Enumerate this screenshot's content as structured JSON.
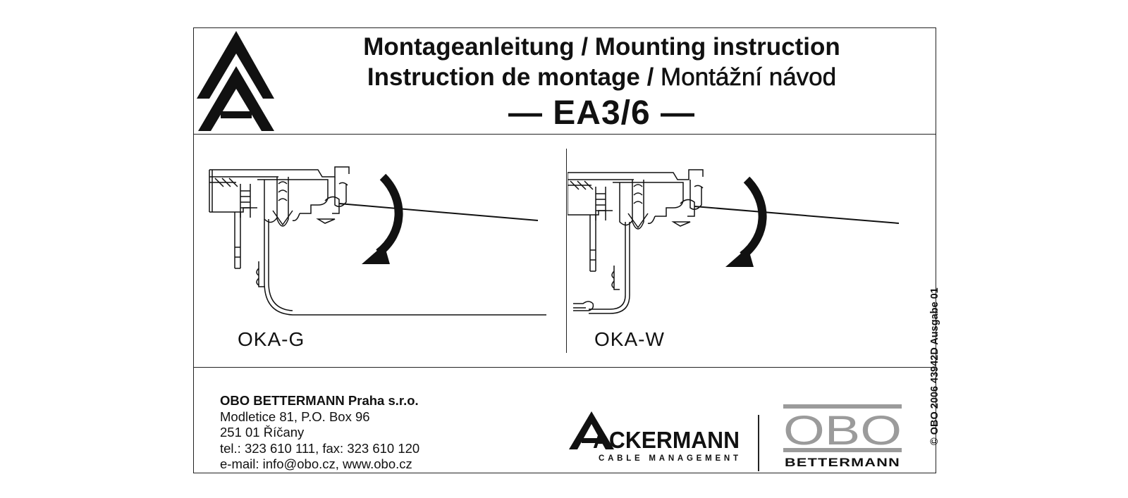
{
  "header": {
    "title_line1": "Montageanleitung / Mounting instruction",
    "title_line2_fr": "Instruction de montage /",
    "title_line2_cz": "Montážní návod",
    "model": "— EA3/6 —"
  },
  "diagrams": [
    {
      "label": "OKA-G"
    },
    {
      "label": "OKA-W"
    }
  ],
  "side_note": "© OBO  2006    43942D  Ausgabe 01",
  "footer": {
    "company": "OBO BETTERMANN Praha s.r.o.",
    "address_lines": [
      "Modletice 81, P.O. Box 96",
      "251 01 Říčany",
      "tel.: 323 610 111, fax: 323 610 120",
      "e-mail: info@obo.cz, www.obo.cz"
    ]
  },
  "logos": {
    "ackermann": {
      "name": "ACKERMANN",
      "tagline": "CABLE MANAGEMENT",
      "initial": "A"
    },
    "obo": {
      "name": "OBO",
      "tagline": "BETTERMANN",
      "color": "#9b9b9b"
    }
  }
}
